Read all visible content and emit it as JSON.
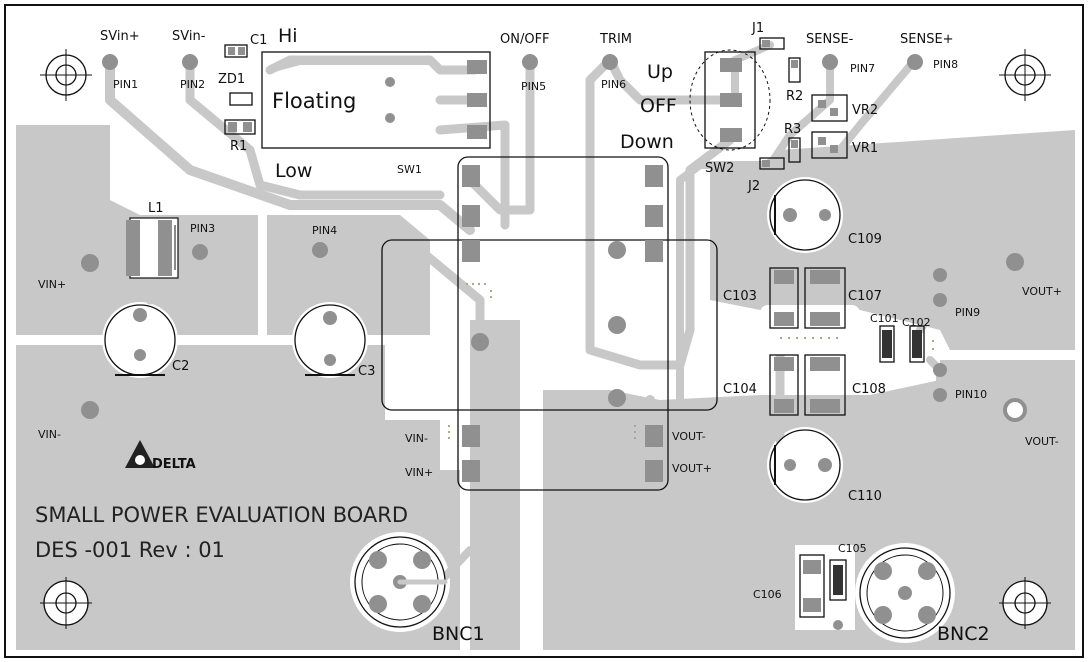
{
  "labels": {
    "svin_plus": "SVin+",
    "svin_minus": "SVin-",
    "c1": "C1",
    "hi": "Hi",
    "floating": "Floating",
    "low": "Low",
    "sw1": "SW1",
    "zd1": "ZD1",
    "r1": "R1",
    "pin1": "PIN1",
    "pin2": "PIN2",
    "on_off": "ON/OFF",
    "pin5": "PIN5",
    "trim": "TRIM",
    "pin6": "PIN6",
    "up": "Up",
    "off": "OFF",
    "down": "Down",
    "sw2": "SW2",
    "j1": "J1",
    "j2": "J2",
    "sense_minus": "SENSE-",
    "sense_plus": "SENSE+",
    "pin7": "PIN7",
    "pin8": "PIN8",
    "r2": "R2",
    "r3": "R3",
    "vr2": "VR2",
    "vr1": "VR1",
    "l1": "L1",
    "pin3": "PIN3",
    "pin4": "PIN4",
    "vin_plus_left": "VIN+",
    "vin_minus_left": "VIN-",
    "c2": "C2",
    "c3": "C3",
    "c109": "C109",
    "c103": "C103",
    "c107": "C107",
    "c101": "C101",
    "c102": "C102",
    "pin9": "PIN9",
    "pin10": "PIN10",
    "c104": "C104",
    "c108": "C108",
    "vout_plus_right": "VOUT+",
    "vout_minus_right": "VOUT-",
    "vin_minus_mod": "VIN-",
    "vin_plus_mod": "VIN+",
    "vout_minus_mod": "VOUT-",
    "vout_plus_mod": "VOUT+",
    "c110": "C110",
    "c105": "C105",
    "c106": "C106",
    "bnc1": "BNC1",
    "bnc2": "BNC2",
    "logo_text": "DELTA",
    "board_title": "SMALL POWER EVALUATION BOARD",
    "board_rev": "DES -001  Rev : 01"
  },
  "colors": {
    "copper": "#c8c8c8",
    "pad": "#909090",
    "silkscreen": "#111111",
    "background": "#ffffff"
  }
}
